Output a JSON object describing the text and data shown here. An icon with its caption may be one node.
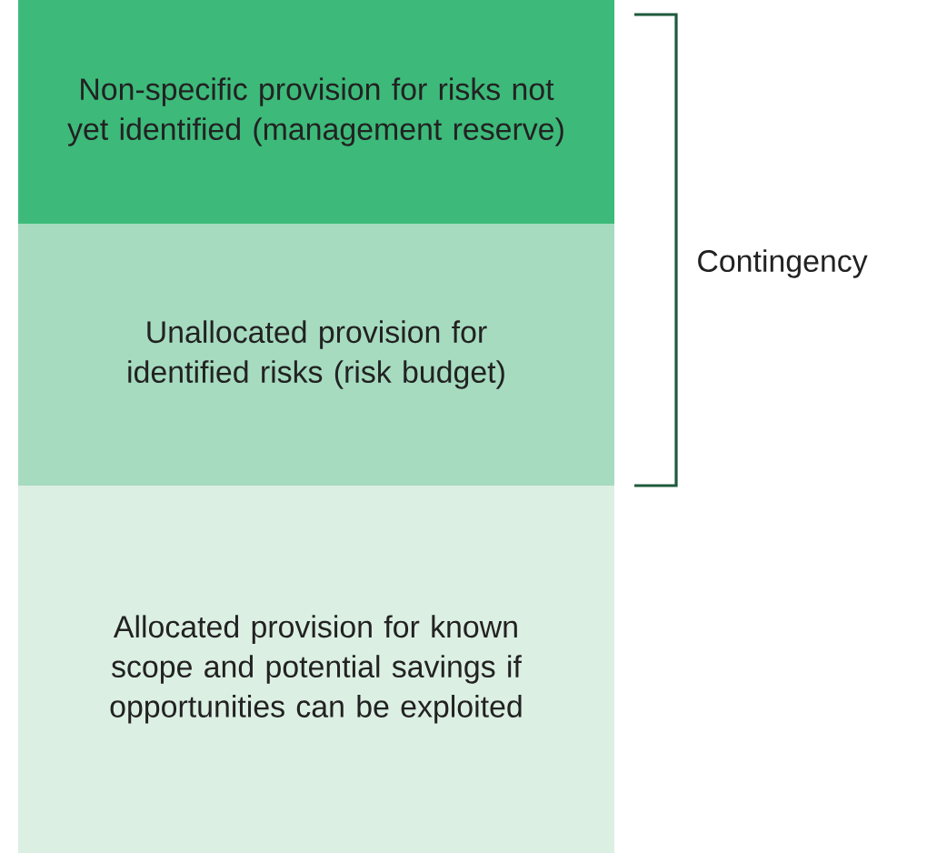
{
  "diagram": {
    "nodes": [
      {
        "text": [
          "Non-specific provision for risks not yet identified (management reserve)"
        ]
      },
      {
        "text": [
          "Unallocated provision for identified risks (risk budget)"
        ]
      },
      {
        "text": [
          "Allocated provision for known scope and potential savings if opportunities can be exploited"
        ]
      }
    ],
    "labels": [
      "Contingency"
    ]
  }
}
